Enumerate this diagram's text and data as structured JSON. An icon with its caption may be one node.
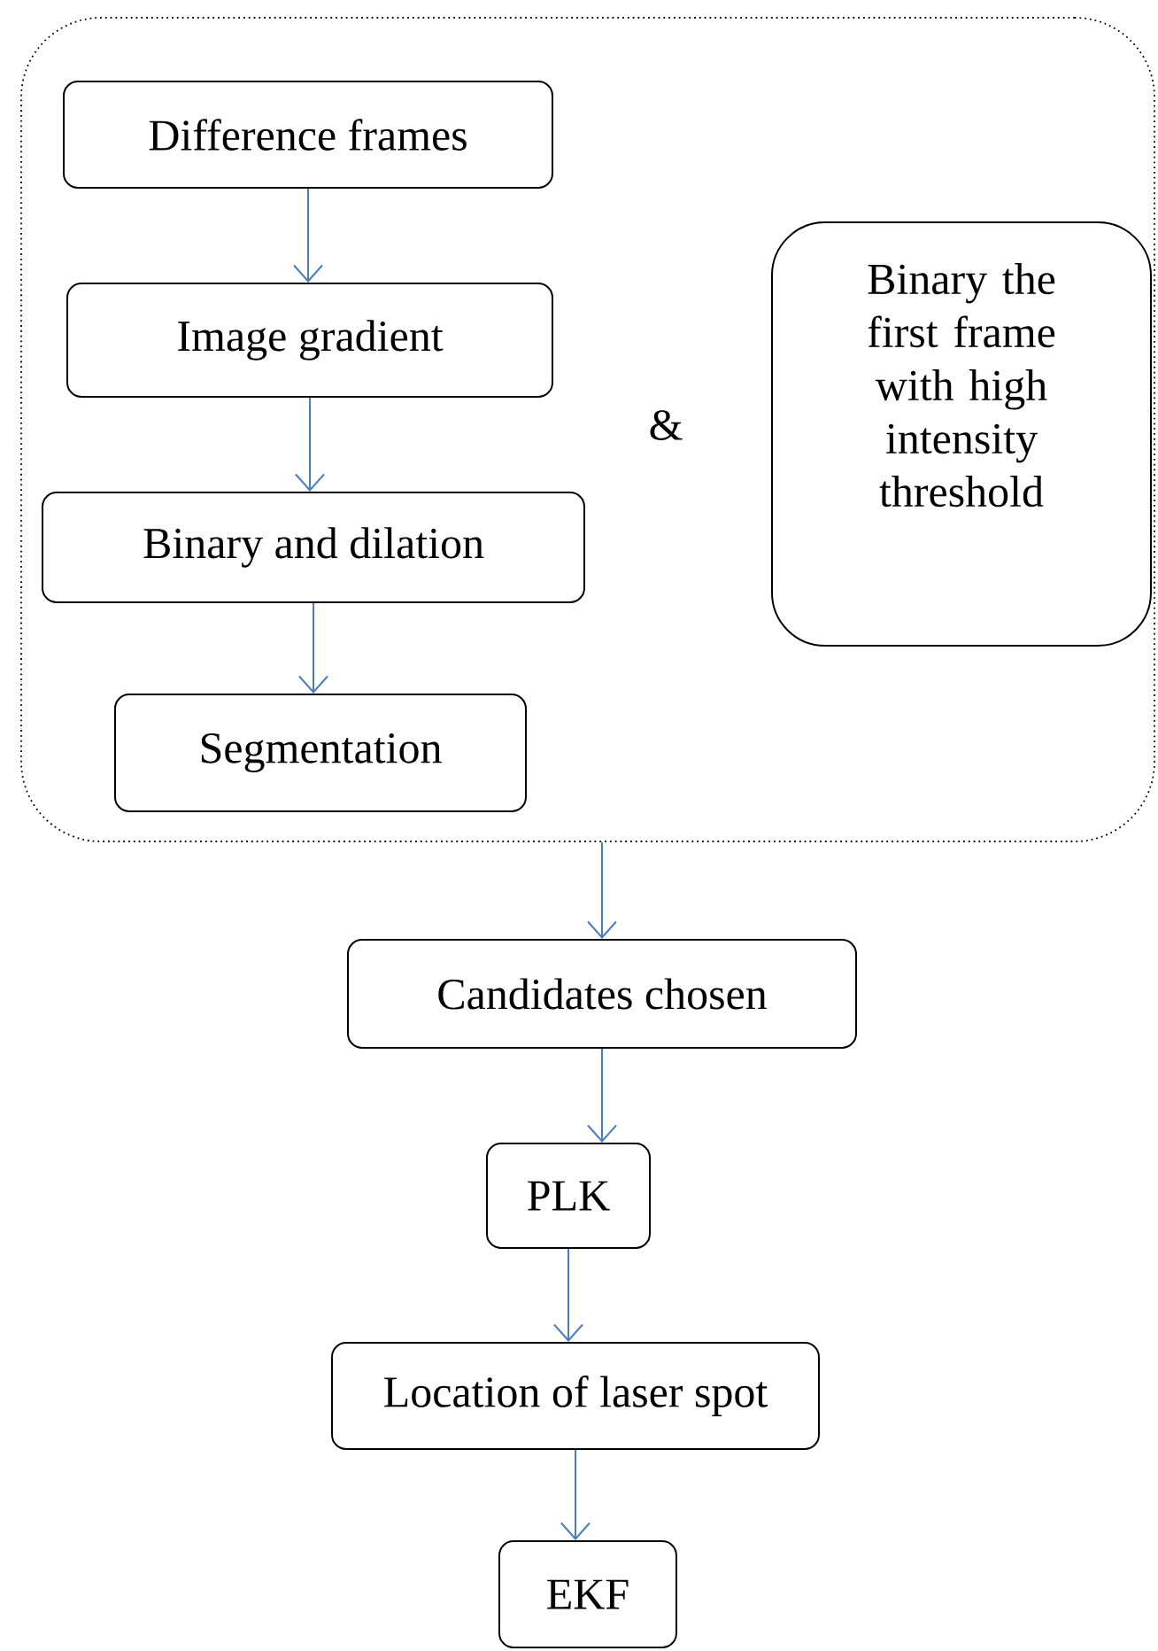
{
  "diagram": {
    "nodes": [
      {
        "text": [],
        "shape": "box"
      },
      {
        "text": [
          "Difference frames"
        ],
        "in": 0
      },
      {
        "text": [
          "Image gradient"
        ],
        "in": 0
      },
      {
        "text": [
          "Binary and dilation"
        ],
        "in": 0
      },
      {
        "text": [
          "Segmentation"
        ],
        "in": 0
      },
      {
        "text": [
          "Binary the first frame with high intensity threshold"
        ],
        "in": 0
      },
      {
        "text": [
          "Candidates chosen"
        ]
      },
      {
        "text": [
          "PLK"
        ]
      },
      {
        "text": [
          "Location of laser spot"
        ]
      },
      {
        "text": [
          "EKF"
        ]
      }
    ],
    "edges": [
      {
        "from": 1,
        "to": 2,
        "arrow": "to"
      },
      {
        "from": 2,
        "to": 3,
        "arrow": "to"
      },
      {
        "from": 3,
        "to": 4,
        "arrow": "to"
      },
      {
        "from": 0,
        "to": 6,
        "arrow": "to"
      },
      {
        "from": 6,
        "to": 7,
        "arrow": "to"
      },
      {
        "from": 7,
        "to": 8,
        "arrow": "to"
      },
      {
        "from": 8,
        "to": 9,
        "arrow": "to"
      }
    ],
    "labels": [
      "&"
    ]
  }
}
